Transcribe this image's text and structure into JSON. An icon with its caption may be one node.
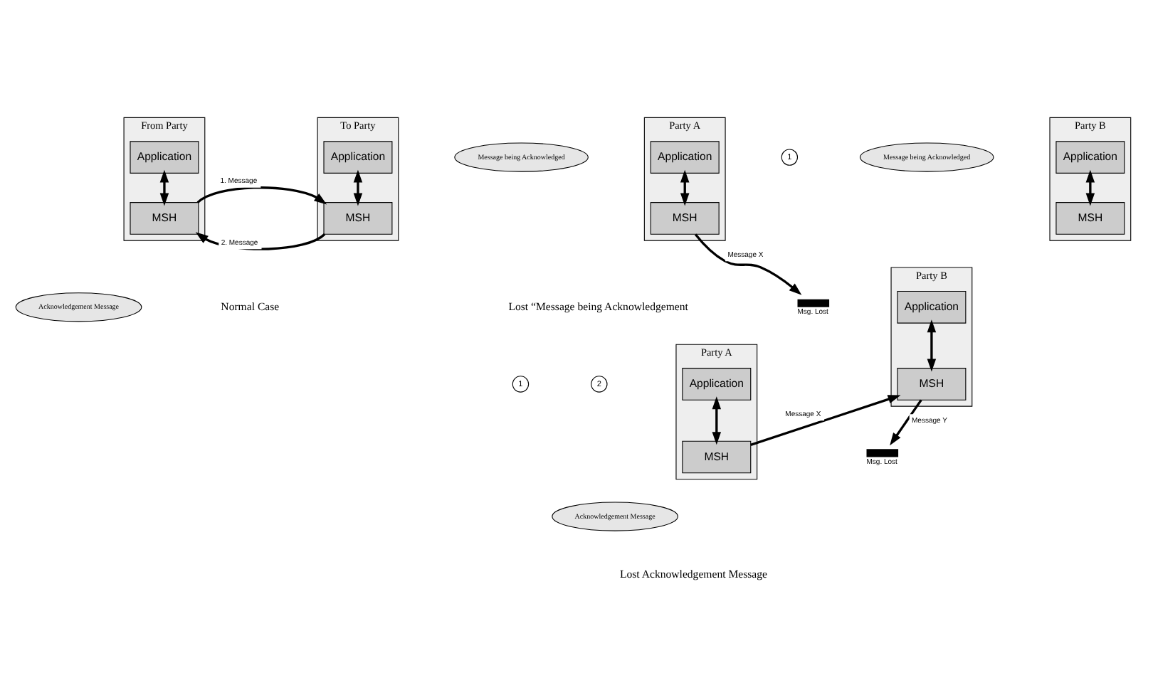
{
  "diagram": {
    "nodes": [
      {
        "text": [
          "From Party"
        ]
      },
      {
        "text": [
          "Application"
        ],
        "in": 0
      },
      {
        "text": [
          "MSH"
        ],
        "in": 0
      },
      {
        "text": [
          "To Party"
        ]
      },
      {
        "text": [
          "Application"
        ],
        "in": 3
      },
      {
        "text": [
          "MSH"
        ],
        "in": 3
      },
      {
        "text": [
          "Message being Acknowledged"
        ]
      },
      {
        "text": [
          "Acknowledgement Message"
        ]
      },
      {
        "text": [
          "Party A"
        ]
      },
      {
        "text": [
          "Application"
        ],
        "in": 8
      },
      {
        "text": [
          "MSH"
        ],
        "in": 8
      },
      {
        "text": [
          "1"
        ]
      },
      {
        "text": [
          "Message being Acknowledged"
        ]
      },
      {
        "text": [],
        "shape": "cross",
        "beside": [
          "Msg. Lost"
        ]
      },
      {
        "text": [
          "Party B"
        ]
      },
      {
        "text": [
          "Application"
        ],
        "in": 14
      },
      {
        "text": [
          "MSH"
        ],
        "in": 14
      },
      {
        "text": [
          "Party A"
        ]
      },
      {
        "text": [
          "Application"
        ],
        "in": 17
      },
      {
        "text": [
          "MSH"
        ],
        "in": 17
      },
      {
        "text": [
          "Party B"
        ]
      },
      {
        "text": [
          "Application"
        ],
        "in": 20
      },
      {
        "text": [
          "MSH"
        ],
        "in": 20
      },
      {
        "text": [
          "1"
        ]
      },
      {
        "text": [],
        "shape": "cross",
        "beside": [
          "Msg. Lost"
        ]
      },
      {
        "text": [
          "2"
        ]
      },
      {
        "text": [
          "Acknowledgement Message"
        ]
      }
    ],
    "edges": [
      {
        "from": 1,
        "to": 2,
        "arrow": "both"
      },
      {
        "from": 4,
        "to": 5,
        "arrow": "both"
      },
      {
        "from": 2,
        "to": 5,
        "arrow": "to",
        "label": "1. Message"
      },
      {
        "from": 5,
        "to": 2,
        "arrow": "to",
        "label": "2. Message"
      },
      {
        "from": 9,
        "to": 10,
        "arrow": "both"
      },
      {
        "from": 15,
        "to": 16,
        "arrow": "both"
      },
      {
        "from": 10,
        "to": 13,
        "arrow": "to",
        "label": "Message X"
      },
      {
        "from": 18,
        "to": 19,
        "arrow": "both"
      },
      {
        "from": 21,
        "to": 22,
        "arrow": "both"
      },
      {
        "from": 19,
        "to": 22,
        "arrow": "to",
        "label": "Message X"
      },
      {
        "from": 22,
        "to": 24,
        "arrow": "to",
        "label": "Message Y"
      }
    ],
    "labels": [
      "Lost “Message being Acknowledgement",
      "Normal Case",
      "Lost Acknowledgement Message"
    ]
  }
}
